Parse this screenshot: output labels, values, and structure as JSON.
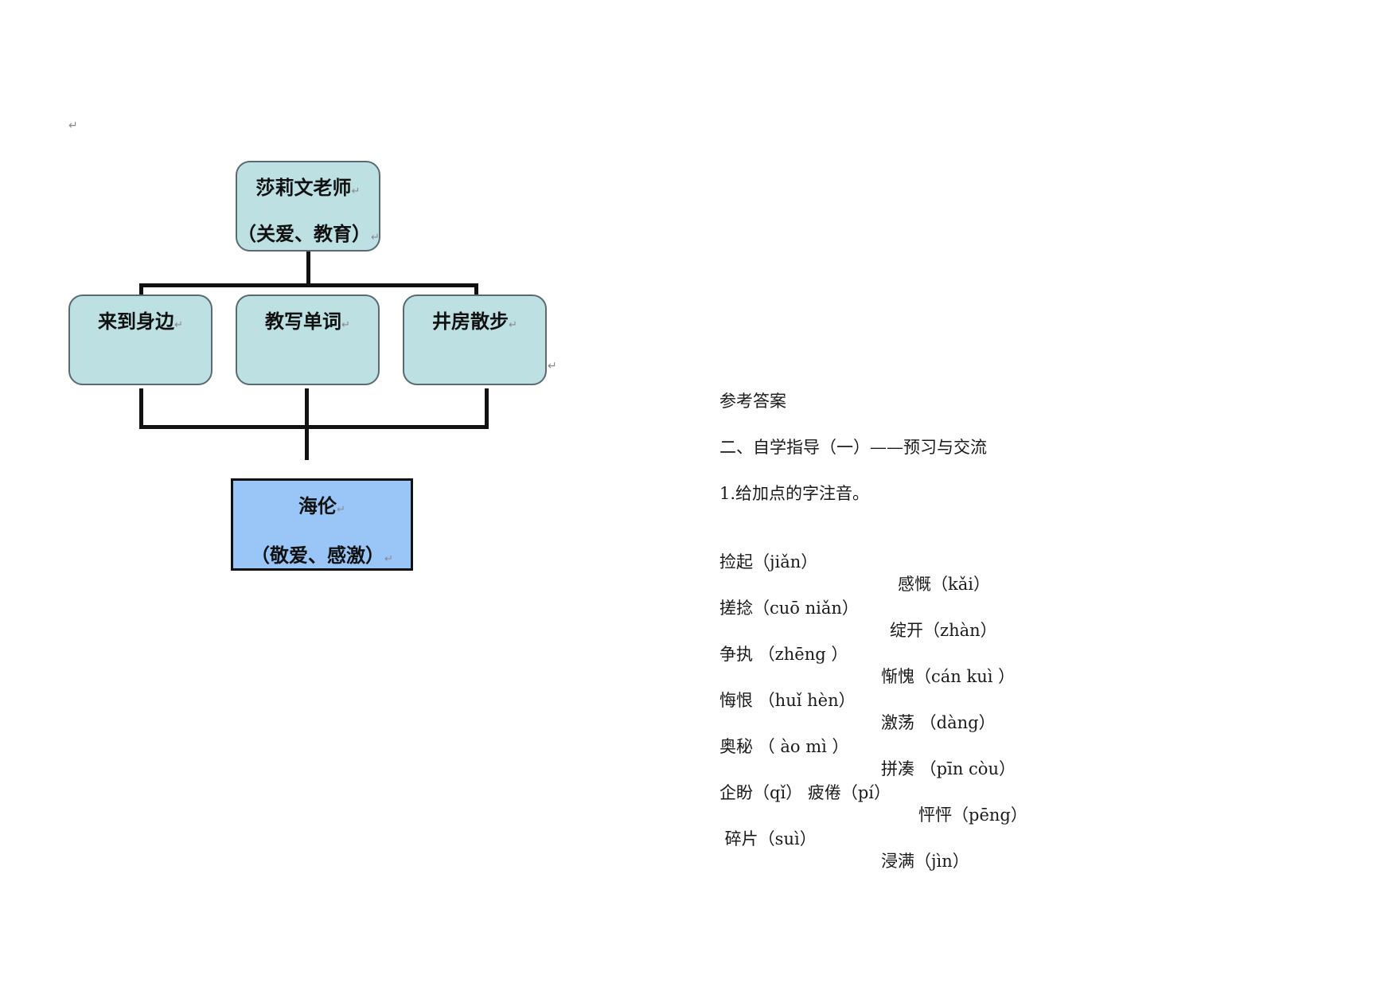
{
  "paragraph_mark": "↵",
  "diagram": {
    "top_box": {
      "line1": "莎莉文老师",
      "line2": "（关爱、教育）"
    },
    "middle_boxes": [
      {
        "label": "来到身边"
      },
      {
        "label": "教写单词"
      },
      {
        "label": "井房散步"
      }
    ],
    "bottom_box": {
      "line1": "海伦",
      "line2": "（敬爱、感激）"
    }
  },
  "answers": {
    "title": "参考答案",
    "section": "二、自学指导（一）——预习与交流",
    "question": "1.给加点的字注音。",
    "rows": [
      {
        "left": "捡起（jiǎn）",
        "right": "感慨（kǎi）"
      },
      {
        "left": "搓捻（cuō niǎn）",
        "right": "绽开（zhàn）"
      },
      {
        "left": "争执 （zhēng ）",
        "right": "惭愧（cán kuì ）"
      },
      {
        "left": "悔恨 （huǐ hèn）",
        "right": "激荡 （dàng）"
      },
      {
        "left": "奥秘 （ ào mì ）",
        "right": "拼凑 （pīn còu）"
      },
      {
        "left": "企盼（qǐ） 疲倦（pí）",
        "right": "怦怦（pēng）"
      },
      {
        "left": " 碎片（suì）",
        "right": "浸满（jìn）"
      }
    ]
  }
}
